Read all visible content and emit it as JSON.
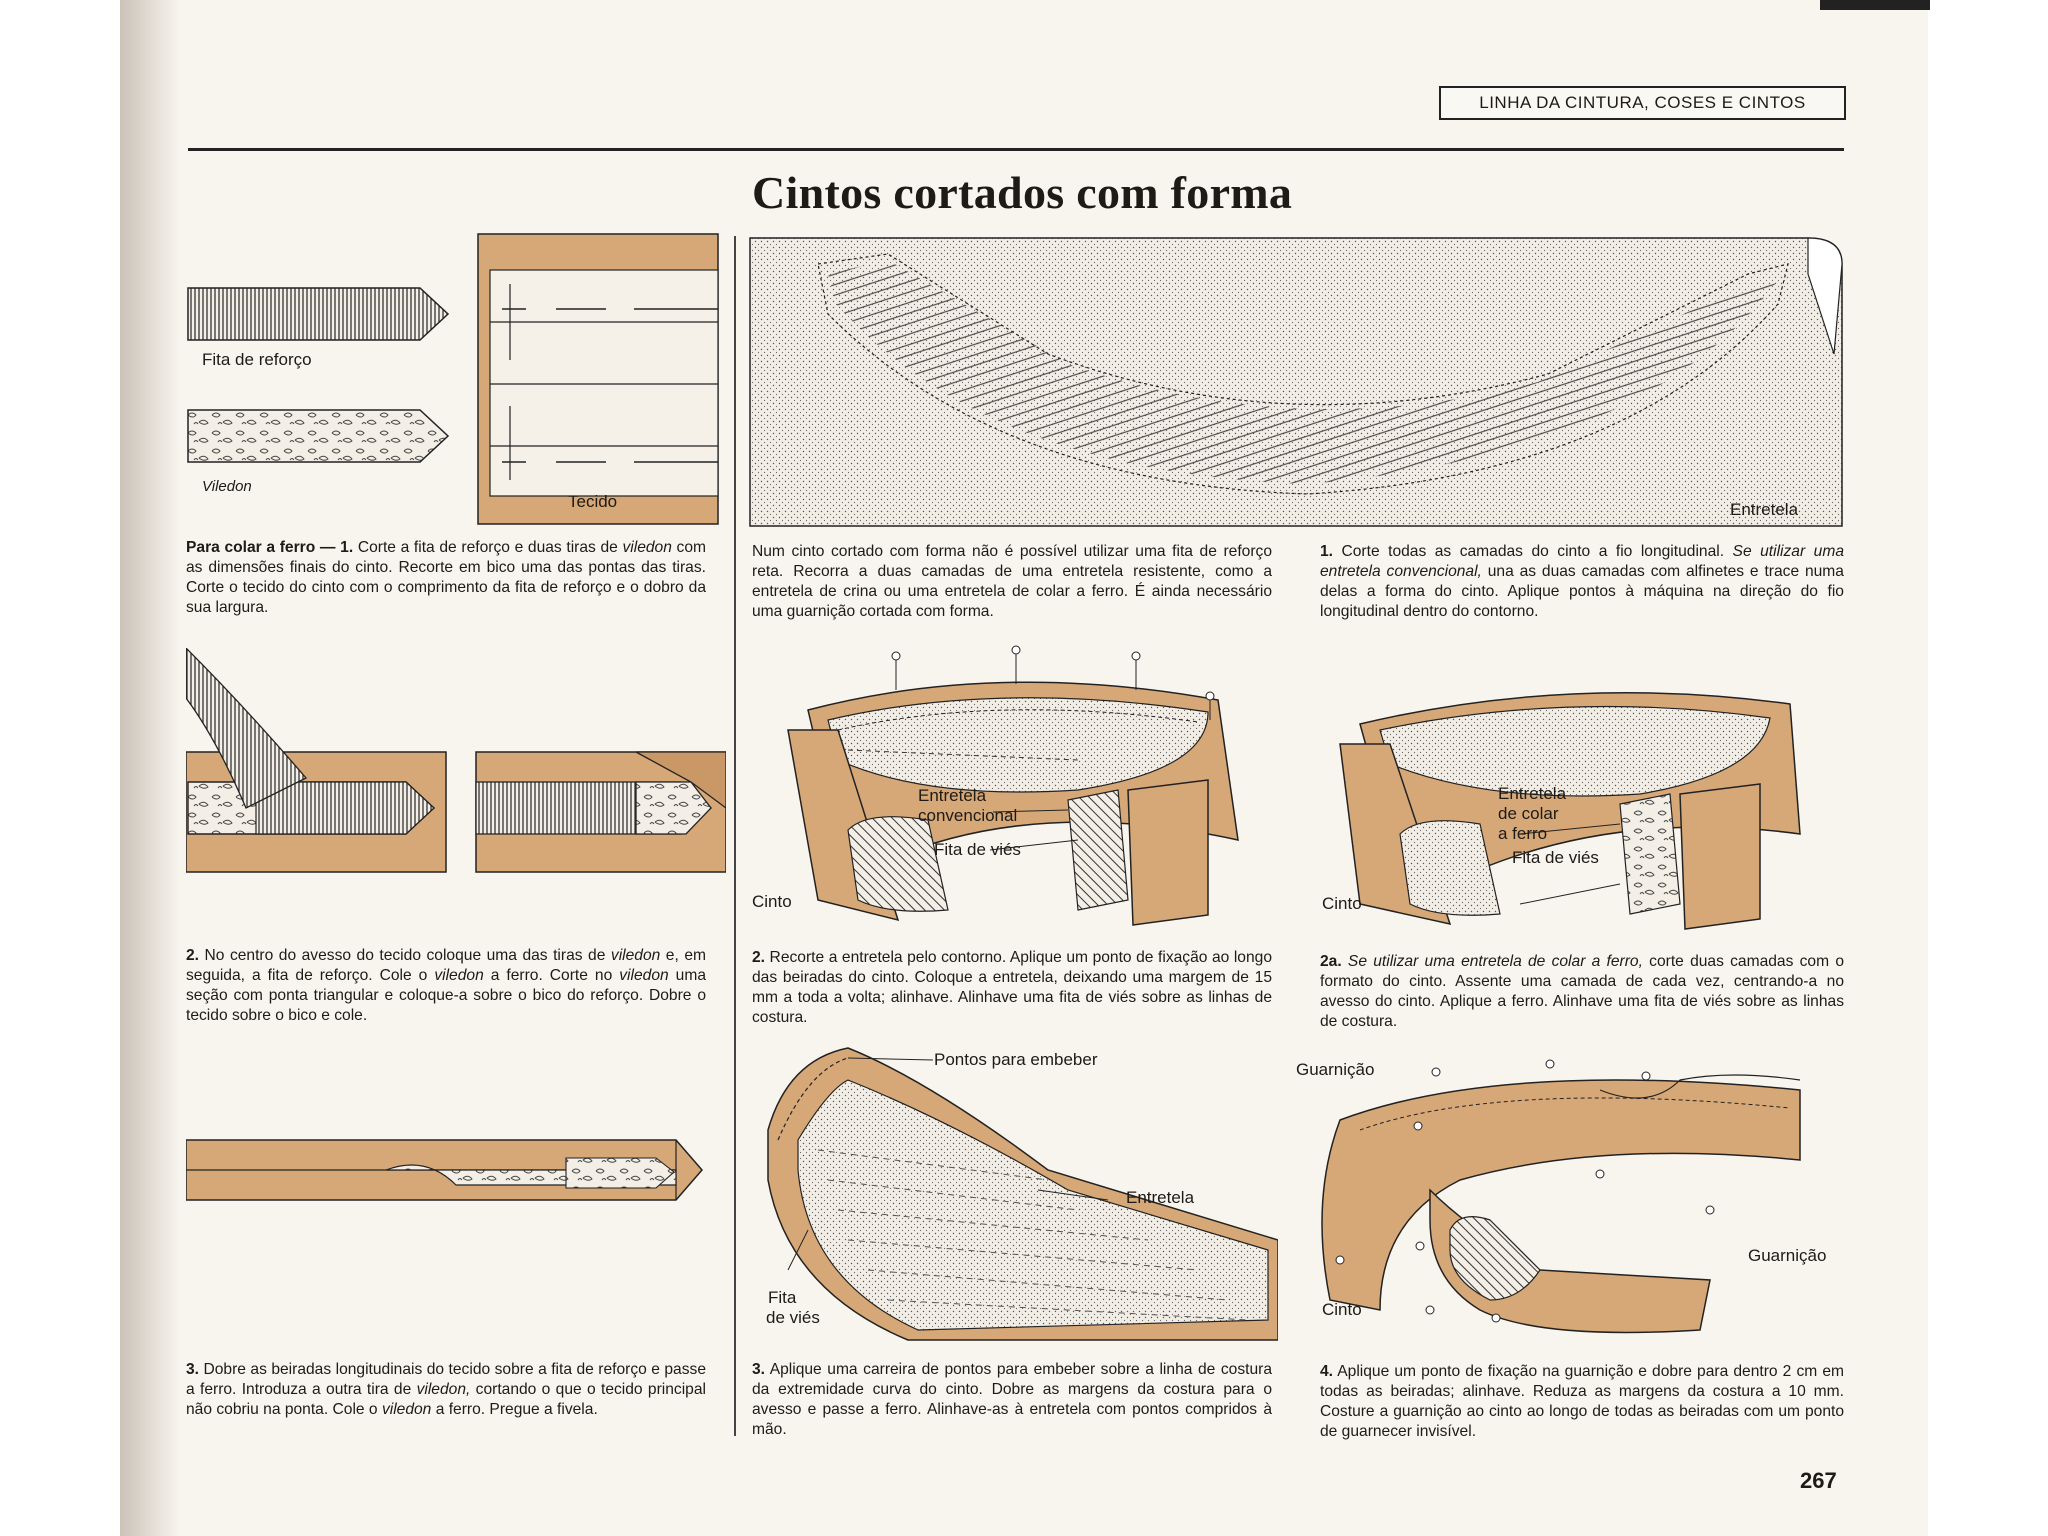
{
  "header": {
    "section": "LINHA DA CINTURA, COSES E CINTOS"
  },
  "title": "Cintos cortados com forma",
  "figure_labels": {
    "fita_de_reforco": "Fita de reforço",
    "viledon": "Viledon",
    "tecido": "Tecido",
    "entretela": "Entretela",
    "entretela_convencional_1": "Entretela",
    "entretela_convencional_2": "convencional",
    "fita_de_vies": "Fita de viés",
    "cinto": "Cinto",
    "entretela_colar_1": "Entretela",
    "entretela_colar_2": "de colar",
    "entretela_colar_3": "a ferro",
    "fita_de_vies_2": "Fita de viés",
    "cinto_2": "Cinto",
    "pontos_para_embeber": "Pontos para embeber",
    "entretela_3": "Entretela",
    "fita_3a": "Fita",
    "fita_3b": "de viés",
    "guarnicao_1": "Guarnição",
    "guarnicao_2": "Guarnição",
    "cinto_4": "Cinto"
  },
  "left": {
    "step1": {
      "lead": "Para colar a ferro —",
      "num": " 1.",
      "text": " Corte a fita de reforço e duas tiras de ",
      "it1": "viledon",
      "text2": " com as dimensões finais do cinto. Recorte em bico uma das pontas das tiras. Corte o tecido do cinto com o comprimento da fita de reforço e o dobro da sua largura."
    },
    "step2": {
      "num": "2.",
      "a": " No centro do avesso do tecido coloque uma das tiras de ",
      "it1": "viledon",
      "b": " e, em seguida, a fita de reforço. Cole o ",
      "it2": "viledon",
      "c": " a ferro. Corte no ",
      "it3": "viledon",
      "d": " uma seção com ponta triangular e coloque-a sobre o bico do reforço. Dobre o tecido sobre o bico e cole."
    },
    "step3": {
      "num": "3.",
      "a": " Dobre as beiradas longitudinais do tecido sobre a fita de reforço e passe a ferro. Introduza a outra tira de ",
      "it1": "viledon,",
      "b": " cortando o que o tecido principal não cobriu na ponta. Cole o ",
      "it2": "viledon",
      "c": " a ferro. Pregue a fivela."
    }
  },
  "intro": "Num cinto cortado com forma não é possível utilizar uma fita de reforço reta. Recorra a duas camadas de uma entretela resistente, como a entretela de crina ou uma entretela de colar a ferro. É ainda necessário uma guarnição cortada com forma.",
  "right_step1": {
    "num": "1.",
    "a": " Corte todas as camadas do cinto a fio longitudinal. ",
    "it": "Se utilizar uma entretela convencional,",
    "b": " una as duas camadas com alfinetes e trace numa delas a forma do cinto. Aplique pontos à máquina na direção do fio longitudinal dentro do contorno."
  },
  "mid_step2": {
    "num": "2.",
    "text": " Recorte a entretela pelo contorno. Aplique um ponto de fixação ao longo das beiradas do cinto. Coloque a entretela, deixando uma margem de 15 mm a toda a volta; alinhave. Alinhave uma fita de viés sobre as linhas de costura."
  },
  "right_step2a": {
    "num": "2a.",
    "it": " Se utilizar uma entretela de colar a ferro,",
    "text": " corte duas camadas com o formato do cinto. Assente uma camada de cada vez, centrando-a no avesso do cinto. Aplique a ferro. Alinhave uma fita de viés sobre as linhas de costura."
  },
  "mid_step3": {
    "num": "3.",
    "text": " Aplique uma carreira de pontos para embeber sobre a linha de costura da extremidade curva do cinto. Dobre as margens da costura para o avesso e passe a ferro. Alinhave-as à entretela com pontos compridos à mão."
  },
  "right_step4": {
    "num": "4.",
    "text": " Aplique um ponto de fixação na guarnição e dobre para dentro 2 cm em todas as beiradas; alinhave. Reduza as margens da costura a 10 mm. Costure a guarnição ao cinto ao longo de todas as beiradas com um ponto de guarnecer invisível."
  },
  "page_number": "267",
  "colors": {
    "fabric": "#d7a877",
    "fabric_dark": "#a97c4e",
    "ink": "#1e1a16",
    "paper": "#f8f5ef"
  }
}
